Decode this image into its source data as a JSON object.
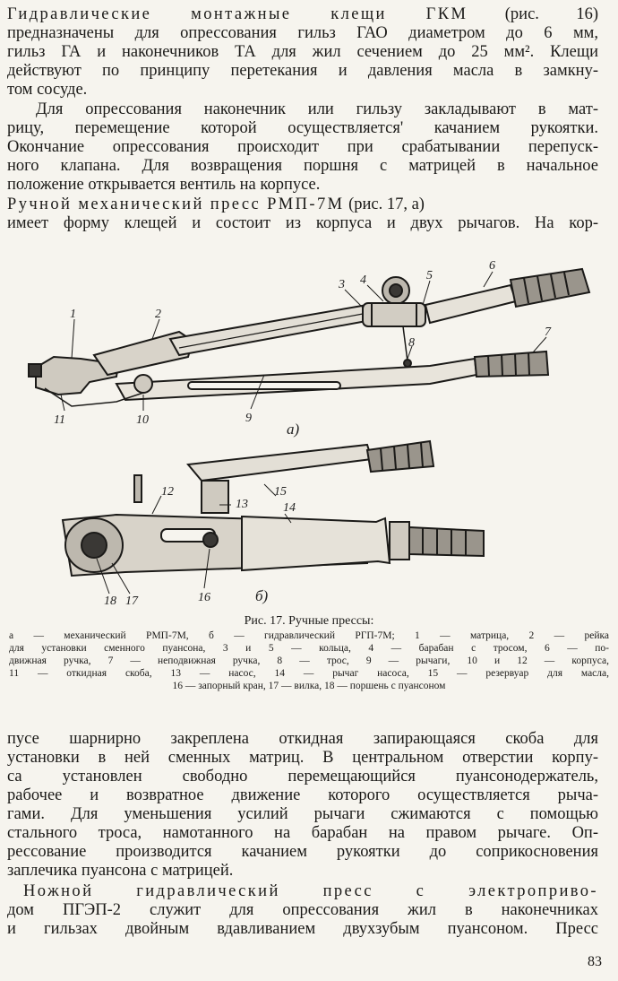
{
  "paragraph1": {
    "lead": "Гидравлические монтажные клещи ГКМ",
    "lines": [
      " (рис. 16)",
      "предназначены для опрессования гильз ГАО диаметром до 6 мм,",
      "гильз ГА и наконечников ТА для жил сечением  до 25 мм². Клещи",
      "действуют по принципу перетекания и давления масла в замкну-",
      "том сосуде."
    ]
  },
  "paragraph2": {
    "lines": [
      "Для опрессования наконечник или гильзу закладывают в мат-",
      "рицу, перемещение которой осуществляется' качанием  рукоятки.",
      "Окончание опрессования происходит при срабатывании перепуск-",
      "ного клапана. Для возвращения  поршня с матрицей в начальное",
      "положение  открывается  вентиль  на  корпусе."
    ]
  },
  "paragraph3": {
    "lead": "Ручной механический пресс РМП-7М",
    "lines": [
      "  (рис. 17, а)",
      "имеет форму клещей и состоит из корпуса и двух рычагов. На кор-"
    ]
  },
  "figure": {
    "sub_a": "а)",
    "sub_b": "б)",
    "labels_a": [
      "1",
      "2",
      "3",
      "4",
      "5",
      "6",
      "7",
      "8",
      "9",
      "10",
      "11"
    ],
    "labels_b": [
      "12",
      "13",
      "14",
      "15",
      "16",
      "17",
      "18"
    ]
  },
  "caption": {
    "title": "Рис. 17. Ручные прессы:",
    "lines": [
      "а — механический  РМП-7М,  б — гидравлический  РГП-7М;  1 — матрица,  2 — рейка",
      "для  установки  сменного  пуансона,  3  и  5 — кольца,  4 — барабан  с  тросом,  6 — по-",
      "движная  ручка,  7 — неподвижная  ручка,  8 — трос,  9 — рычаги,  10  и  12 — корпуса,",
      "11 — откидная  скоба,  13 — насос,  14 — рычаг  насоса,  15 — резервуар  для  масла,",
      "16 — запорный  кран,  17 — вилка,  18 — поршень  с  пуансоном"
    ]
  },
  "paragraph4": {
    "lines": [
      "пусе шарнирно закреплена откидная  запирающаяся  скоба для",
      "установки в ней сменных матриц. В центральном отверстии корпу-",
      "са  установлен  свободно  перемещающийся  пуансонодержатель,",
      "рабочее и возвратное движение которого осуществляется рыча-",
      "гами. Для уменьшения усилий рычаги сжимаются с помощью",
      "стального троса, намотанного на барабан на правом рычаге. Оп-",
      "рессование производится качанием рукоятки до соприкосновения",
      "заплечика  пуансона  с  матрицей."
    ]
  },
  "paragraph5": {
    "lead": "Ножной гидравлический пресс с электроприво-",
    "lines": [
      "дом ПГЭП-2 служит  для  опрессования жил в наконечниках",
      "и гильзах двойным вдавливанием двухзубым пуансоном.  Пресс"
    ]
  },
  "page_number": "83"
}
